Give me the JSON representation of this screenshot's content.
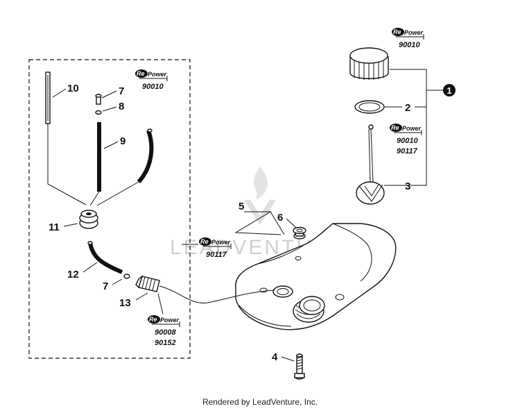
{
  "callouts": {
    "c1": "1",
    "c2": "2",
    "c3": "3",
    "c4": "4",
    "c5": "5",
    "c6": "6",
    "c7a": "7",
    "c7b": "7",
    "c8": "8",
    "c9": "9",
    "c10": "10",
    "c11": "11",
    "c12": "12",
    "c13": "13"
  },
  "repower_badges": [
    {
      "brand_re": "Re",
      "brand_power": "Power",
      "numbers": [
        "90010"
      ]
    },
    {
      "brand_re": "Re",
      "brand_power": "Power",
      "numbers": [
        "90010"
      ]
    },
    {
      "brand_re": "Re",
      "brand_power": "Power",
      "numbers": [
        "90010",
        "90117"
      ]
    },
    {
      "brand_re": "Re",
      "brand_power": "Power",
      "numbers": [
        "90117"
      ]
    },
    {
      "brand_re": "Re",
      "brand_power": "Power",
      "numbers": [
        "90008",
        "90152"
      ]
    }
  ],
  "watermark": "LEADVENTURE",
  "footer": "Rendered by LeadVenture, Inc.",
  "colors": {
    "line": "#111111",
    "watermark": "#d0d0d0"
  }
}
